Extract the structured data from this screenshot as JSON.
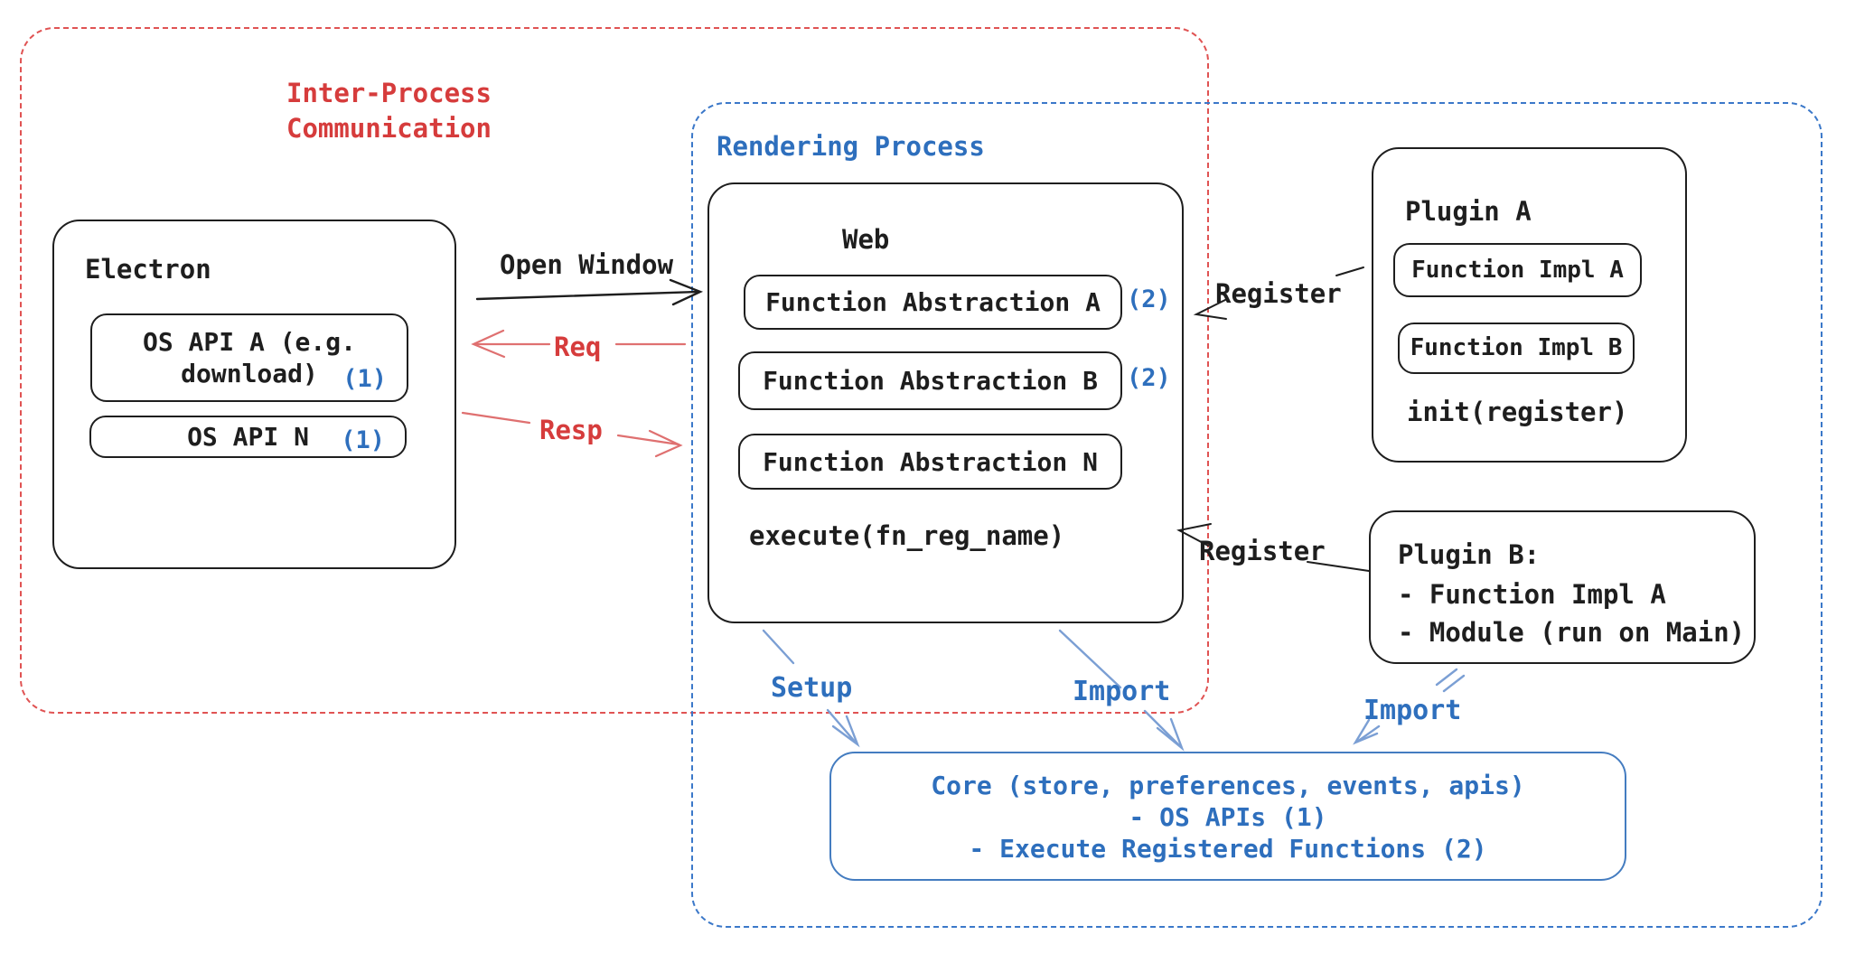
{
  "regions": {
    "ipc": {
      "label_line1": "Inter-Process",
      "label_line2": "Communication"
    },
    "rendering": {
      "label": "Rendering Process"
    }
  },
  "electron": {
    "title": "Electron",
    "os_api_a": {
      "line1": "OS API A (e.g.",
      "line2": "download)",
      "badge": "(1)"
    },
    "os_api_n": {
      "label": "OS API N",
      "badge": "(1)"
    }
  },
  "web": {
    "title": "Web",
    "fa_a": {
      "label": "Function Abstraction A",
      "badge": "(2)"
    },
    "fa_b": {
      "label": "Function Abstraction B",
      "badge": "(2)"
    },
    "fa_n": {
      "label": "Function Abstraction N"
    },
    "execute_label": "execute(fn_reg_name)"
  },
  "plugin_a": {
    "title": "Plugin A",
    "impl_a": "Function Impl A",
    "impl_b": "Function Impl B",
    "init_label": "init(register)"
  },
  "plugin_b": {
    "title": "Plugin B:",
    "item1": "- Function Impl A",
    "item2": "- Module (run on Main)"
  },
  "core": {
    "line1": "Core (store, preferences, events, apis)",
    "line2": "- OS APIs (1)",
    "line3": "- Execute Registered Functions (2)"
  },
  "arrows": {
    "open_window": "Open Window",
    "req": "Req",
    "resp": "Resp",
    "register_a": "Register",
    "register_b": "Register",
    "setup": "Setup",
    "import_web": "Import",
    "import_plugin": "Import"
  },
  "colors": {
    "ink": "#1e1e1e",
    "red_border": "#e05353",
    "red_text": "#d63c3c",
    "red_arrow": "#df7070",
    "blue_border": "#3b78c9",
    "blue_text": "#2e6fbd",
    "blue_arrow": "#7b9fd4",
    "core_border": "#447cc0"
  }
}
